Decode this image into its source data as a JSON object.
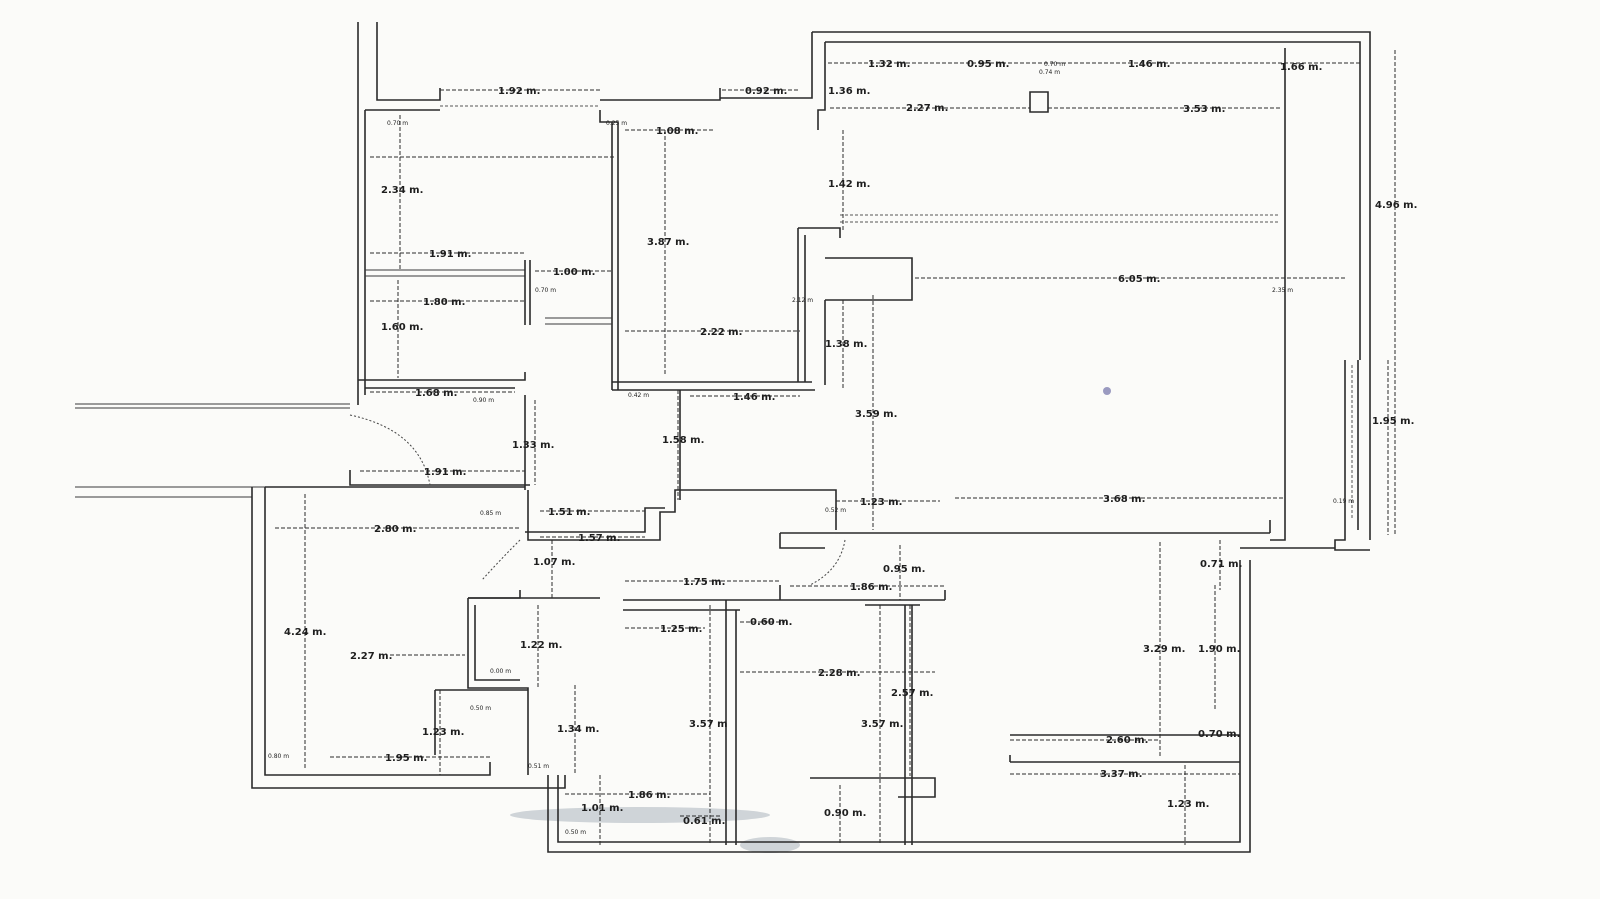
{
  "dimensions": [
    {
      "id": "d1",
      "text": "1.92 m."
    },
    {
      "id": "d2",
      "text": "0.92 m."
    },
    {
      "id": "d3",
      "text": "1.32 m."
    },
    {
      "id": "d4",
      "text": "0.95 m."
    },
    {
      "id": "d5",
      "text": "1.46 m."
    },
    {
      "id": "d6",
      "text": "1.66 m."
    },
    {
      "id": "d7",
      "text": "1.36 m."
    },
    {
      "id": "d8",
      "text": "2.27 m."
    },
    {
      "id": "d9",
      "text": "3.53 m."
    },
    {
      "id": "d10",
      "text": "0.74 m"
    },
    {
      "id": "d11",
      "text": "0.70 m"
    },
    {
      "id": "d12",
      "text": "1.08 m."
    },
    {
      "id": "d13",
      "text": "2.34 m."
    },
    {
      "id": "d14",
      "text": "3.87 m."
    },
    {
      "id": "d15",
      "text": "1.42 m."
    },
    {
      "id": "d16",
      "text": "4.96 m."
    },
    {
      "id": "d17",
      "text": "1.91 m."
    },
    {
      "id": "d18",
      "text": "1.00 m."
    },
    {
      "id": "d19",
      "text": "1.80 m."
    },
    {
      "id": "d20",
      "text": "6.05 m."
    },
    {
      "id": "d21",
      "text": "1.60 m."
    },
    {
      "id": "d22",
      "text": "2.22 m."
    },
    {
      "id": "d23",
      "text": "1.38 m."
    },
    {
      "id": "d24",
      "text": "1.68 m."
    },
    {
      "id": "d25",
      "text": "1.46 m."
    },
    {
      "id": "d26",
      "text": "3.59 m."
    },
    {
      "id": "d27",
      "text": "1.33 m."
    },
    {
      "id": "d28",
      "text": "1.58 m."
    },
    {
      "id": "d29",
      "text": "1.95 m."
    },
    {
      "id": "d30",
      "text": "1.91 m."
    },
    {
      "id": "d31",
      "text": "1.23 m."
    },
    {
      "id": "d32",
      "text": "3.68 m."
    },
    {
      "id": "d33",
      "text": "1.51 m."
    },
    {
      "id": "d34",
      "text": "2.80 m."
    },
    {
      "id": "d35",
      "text": "1.57 m."
    },
    {
      "id": "d36",
      "text": "1.07 m."
    },
    {
      "id": "d37",
      "text": "0.95 m."
    },
    {
      "id": "d38",
      "text": "0.71 m."
    },
    {
      "id": "d39",
      "text": "1.75 m."
    },
    {
      "id": "d40",
      "text": "1.86 m."
    },
    {
      "id": "d41",
      "text": "4.24 m."
    },
    {
      "id": "d42",
      "text": "1.25 m."
    },
    {
      "id": "d43",
      "text": "0.60 m."
    },
    {
      "id": "d44",
      "text": "1.22 m."
    },
    {
      "id": "d45",
      "text": "2.27 m."
    },
    {
      "id": "d46",
      "text": "3.29 m."
    },
    {
      "id": "d47",
      "text": "1.90 m."
    },
    {
      "id": "d48",
      "text": "2.28 m."
    },
    {
      "id": "d49",
      "text": "2.57 m."
    },
    {
      "id": "d50",
      "text": "1.23 m."
    },
    {
      "id": "d51",
      "text": "1.34 m."
    },
    {
      "id": "d52",
      "text": "3.57 m"
    },
    {
      "id": "d53",
      "text": "3.57 m."
    },
    {
      "id": "d54",
      "text": "2.60 m."
    },
    {
      "id": "d55",
      "text": "0.70 m."
    },
    {
      "id": "d56",
      "text": "1.95 m."
    },
    {
      "id": "d57",
      "text": "3.37 m."
    },
    {
      "id": "d58",
      "text": "1.86 m."
    },
    {
      "id": "d59",
      "text": "1.01 m."
    },
    {
      "id": "d60",
      "text": "0.90 m."
    },
    {
      "id": "d61",
      "text": "1.23 m."
    },
    {
      "id": "d62",
      "text": "0.61 m."
    }
  ]
}
